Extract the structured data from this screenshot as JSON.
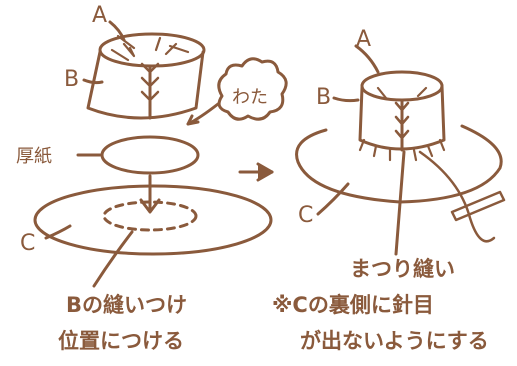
{
  "colors": {
    "ink": "#8a5a3c",
    "background": "#ffffff"
  },
  "left_figure": {
    "label_a": "A",
    "label_b": "B",
    "label_c": "C",
    "cotton_label": "わた",
    "cardboard_label": "厚紙",
    "instruction_line1": "Bの縫いつけ",
    "instruction_line2": "位置につける"
  },
  "right_figure": {
    "label_a": "A",
    "label_b": "B",
    "label_c": "C",
    "stitch_label": "まつり縫い",
    "note_line1": "※Cの裏側に針目",
    "note_line2": "が出ないようにする"
  }
}
